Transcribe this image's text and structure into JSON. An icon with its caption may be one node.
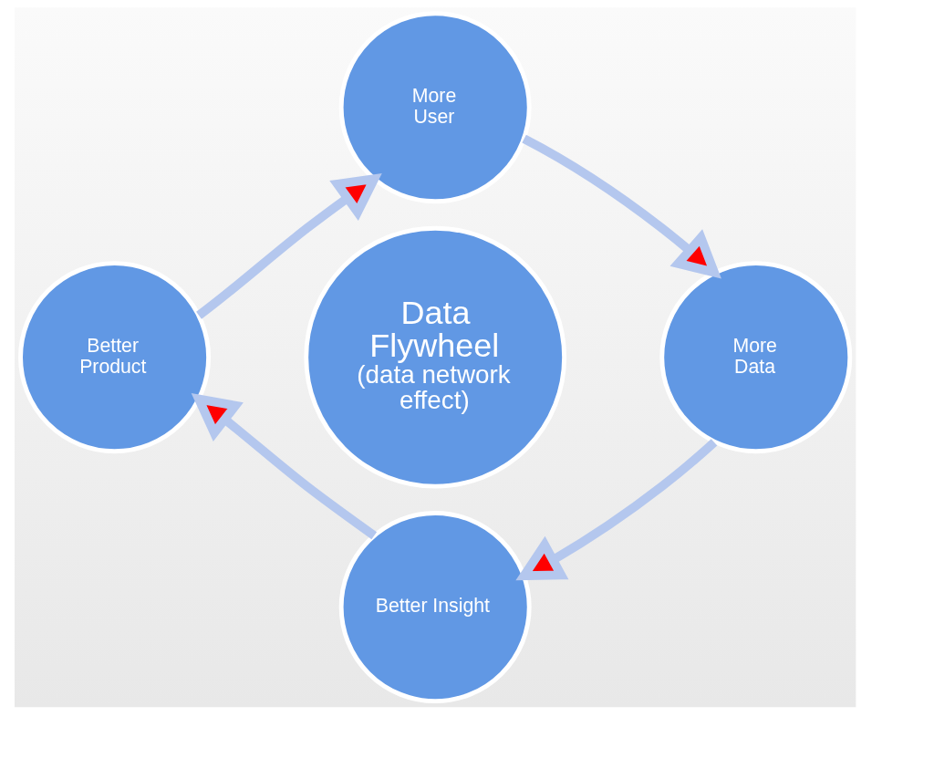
{
  "diagram": {
    "nodes": [
      {
        "text": [
          "More User"
        ]
      },
      {
        "text": [
          "Better Product"
        ]
      },
      {
        "text": [
          "Data Flywheel",
          "(data network effect)"
        ]
      },
      {
        "text": [
          "More Data"
        ]
      },
      {
        "text": [
          "Better Insight"
        ]
      }
    ],
    "edges": [
      {
        "from": 0,
        "to": 3,
        "arrow": "to"
      },
      {
        "from": 3,
        "to": 4,
        "arrow": "to"
      },
      {
        "from": 4,
        "to": 1,
        "arrow": "to"
      },
      {
        "from": 1,
        "to": 0,
        "arrow": "to"
      }
    ]
  }
}
